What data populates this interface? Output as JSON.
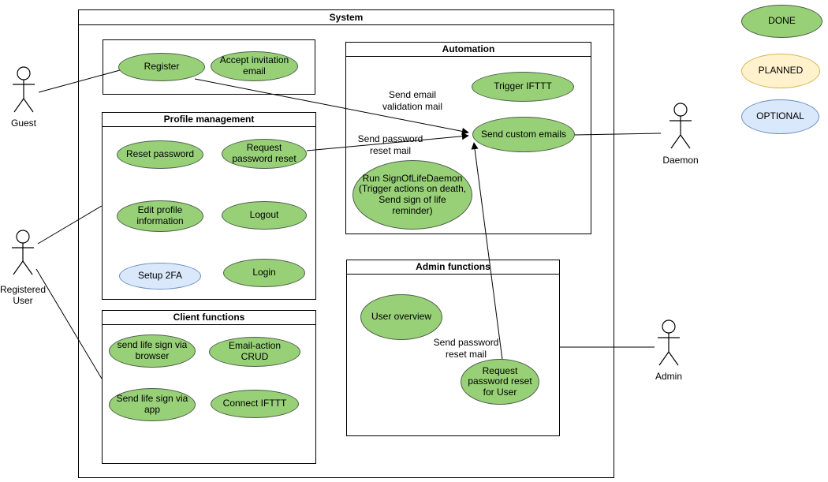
{
  "system": {
    "title": "System"
  },
  "colors": {
    "done": {
      "fill": "#97d077",
      "stroke": "#4d5e48"
    },
    "planned": {
      "fill": "#fff2cc",
      "stroke": "#d6b656"
    },
    "optional": {
      "fill": "#dae8fc",
      "stroke": "#6c8ebf"
    },
    "line": "#000000"
  },
  "groups": {
    "registration": {
      "items": {
        "register": {
          "label": "Register",
          "status": "done"
        },
        "accept_invitation_email": {
          "label": "Accept invitation email",
          "status": "done"
        }
      }
    },
    "profile_management": {
      "title": "Profile management",
      "items": {
        "reset_password": {
          "label": "Reset password",
          "status": "done"
        },
        "request_password_reset": {
          "label": "Request password reset",
          "status": "done"
        },
        "edit_profile_information": {
          "label": "Edit profile information",
          "status": "done"
        },
        "logout": {
          "label": "Logout",
          "status": "done"
        },
        "setup_2fa": {
          "label": "Setup 2FA",
          "status": "optional"
        },
        "login": {
          "label": "Login",
          "status": "done"
        }
      }
    },
    "client_functions": {
      "title": "Client functions",
      "items": {
        "send_life_sign_via_browser": {
          "label": "send life sign via browser",
          "status": "done"
        },
        "email_action_crud": {
          "label": "Email-action CRUD",
          "status": "done"
        },
        "send_life_sign_via_app": {
          "label": "Send life sign via app",
          "status": "done"
        },
        "connect_ifttt": {
          "label": "Connect IFTTT",
          "status": "done"
        }
      }
    },
    "automation": {
      "title": "Automation",
      "items": {
        "trigger_ifttt": {
          "label": "Trigger IFTTT",
          "status": "done"
        },
        "send_custom_emails": {
          "label": "Send custom emails",
          "status": "done"
        },
        "run_sign_of_life_daemon": {
          "label": "Run SignOfLifeDaemon (Trigger actions on death, Send sign of life reminder)",
          "status": "done"
        }
      }
    },
    "admin_functions": {
      "title": "Admin functions",
      "items": {
        "user_overview": {
          "label": "User overview",
          "status": "done"
        },
        "request_password_reset_for_user": {
          "label": "Request password reset for User",
          "status": "done"
        }
      }
    }
  },
  "edge_labels": {
    "send_email_validation_mail": "Send email validation mail",
    "send_password_reset_mail": "Send password reset mail",
    "send_password_reset_mail_admin": "Send password reset mail"
  },
  "actors": {
    "guest": "Guest",
    "registered_user": "Registered User",
    "daemon": "Daemon",
    "admin": "Admin"
  },
  "legend": {
    "done": {
      "label": "DONE",
      "status": "done"
    },
    "planned": {
      "label": "PLANNED",
      "status": "planned"
    },
    "optional": {
      "label": "OPTIONAL",
      "status": "optional"
    }
  }
}
